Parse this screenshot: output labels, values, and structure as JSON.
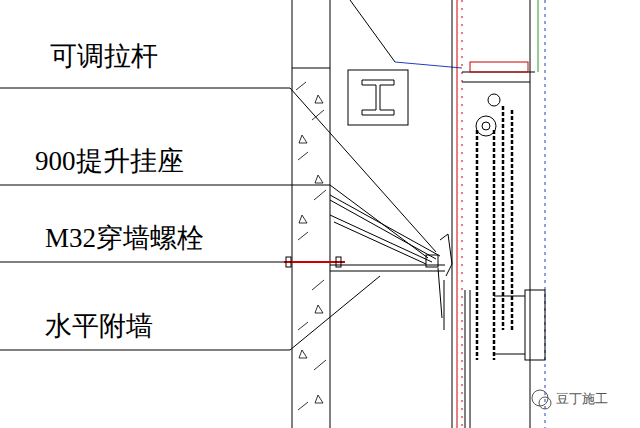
{
  "diagram": {
    "labels": [
      "可调拉杆",
      "900提升挂座",
      "M32穿墙螺栓",
      "水平附墙",
      "豆丁施工"
    ]
  }
}
